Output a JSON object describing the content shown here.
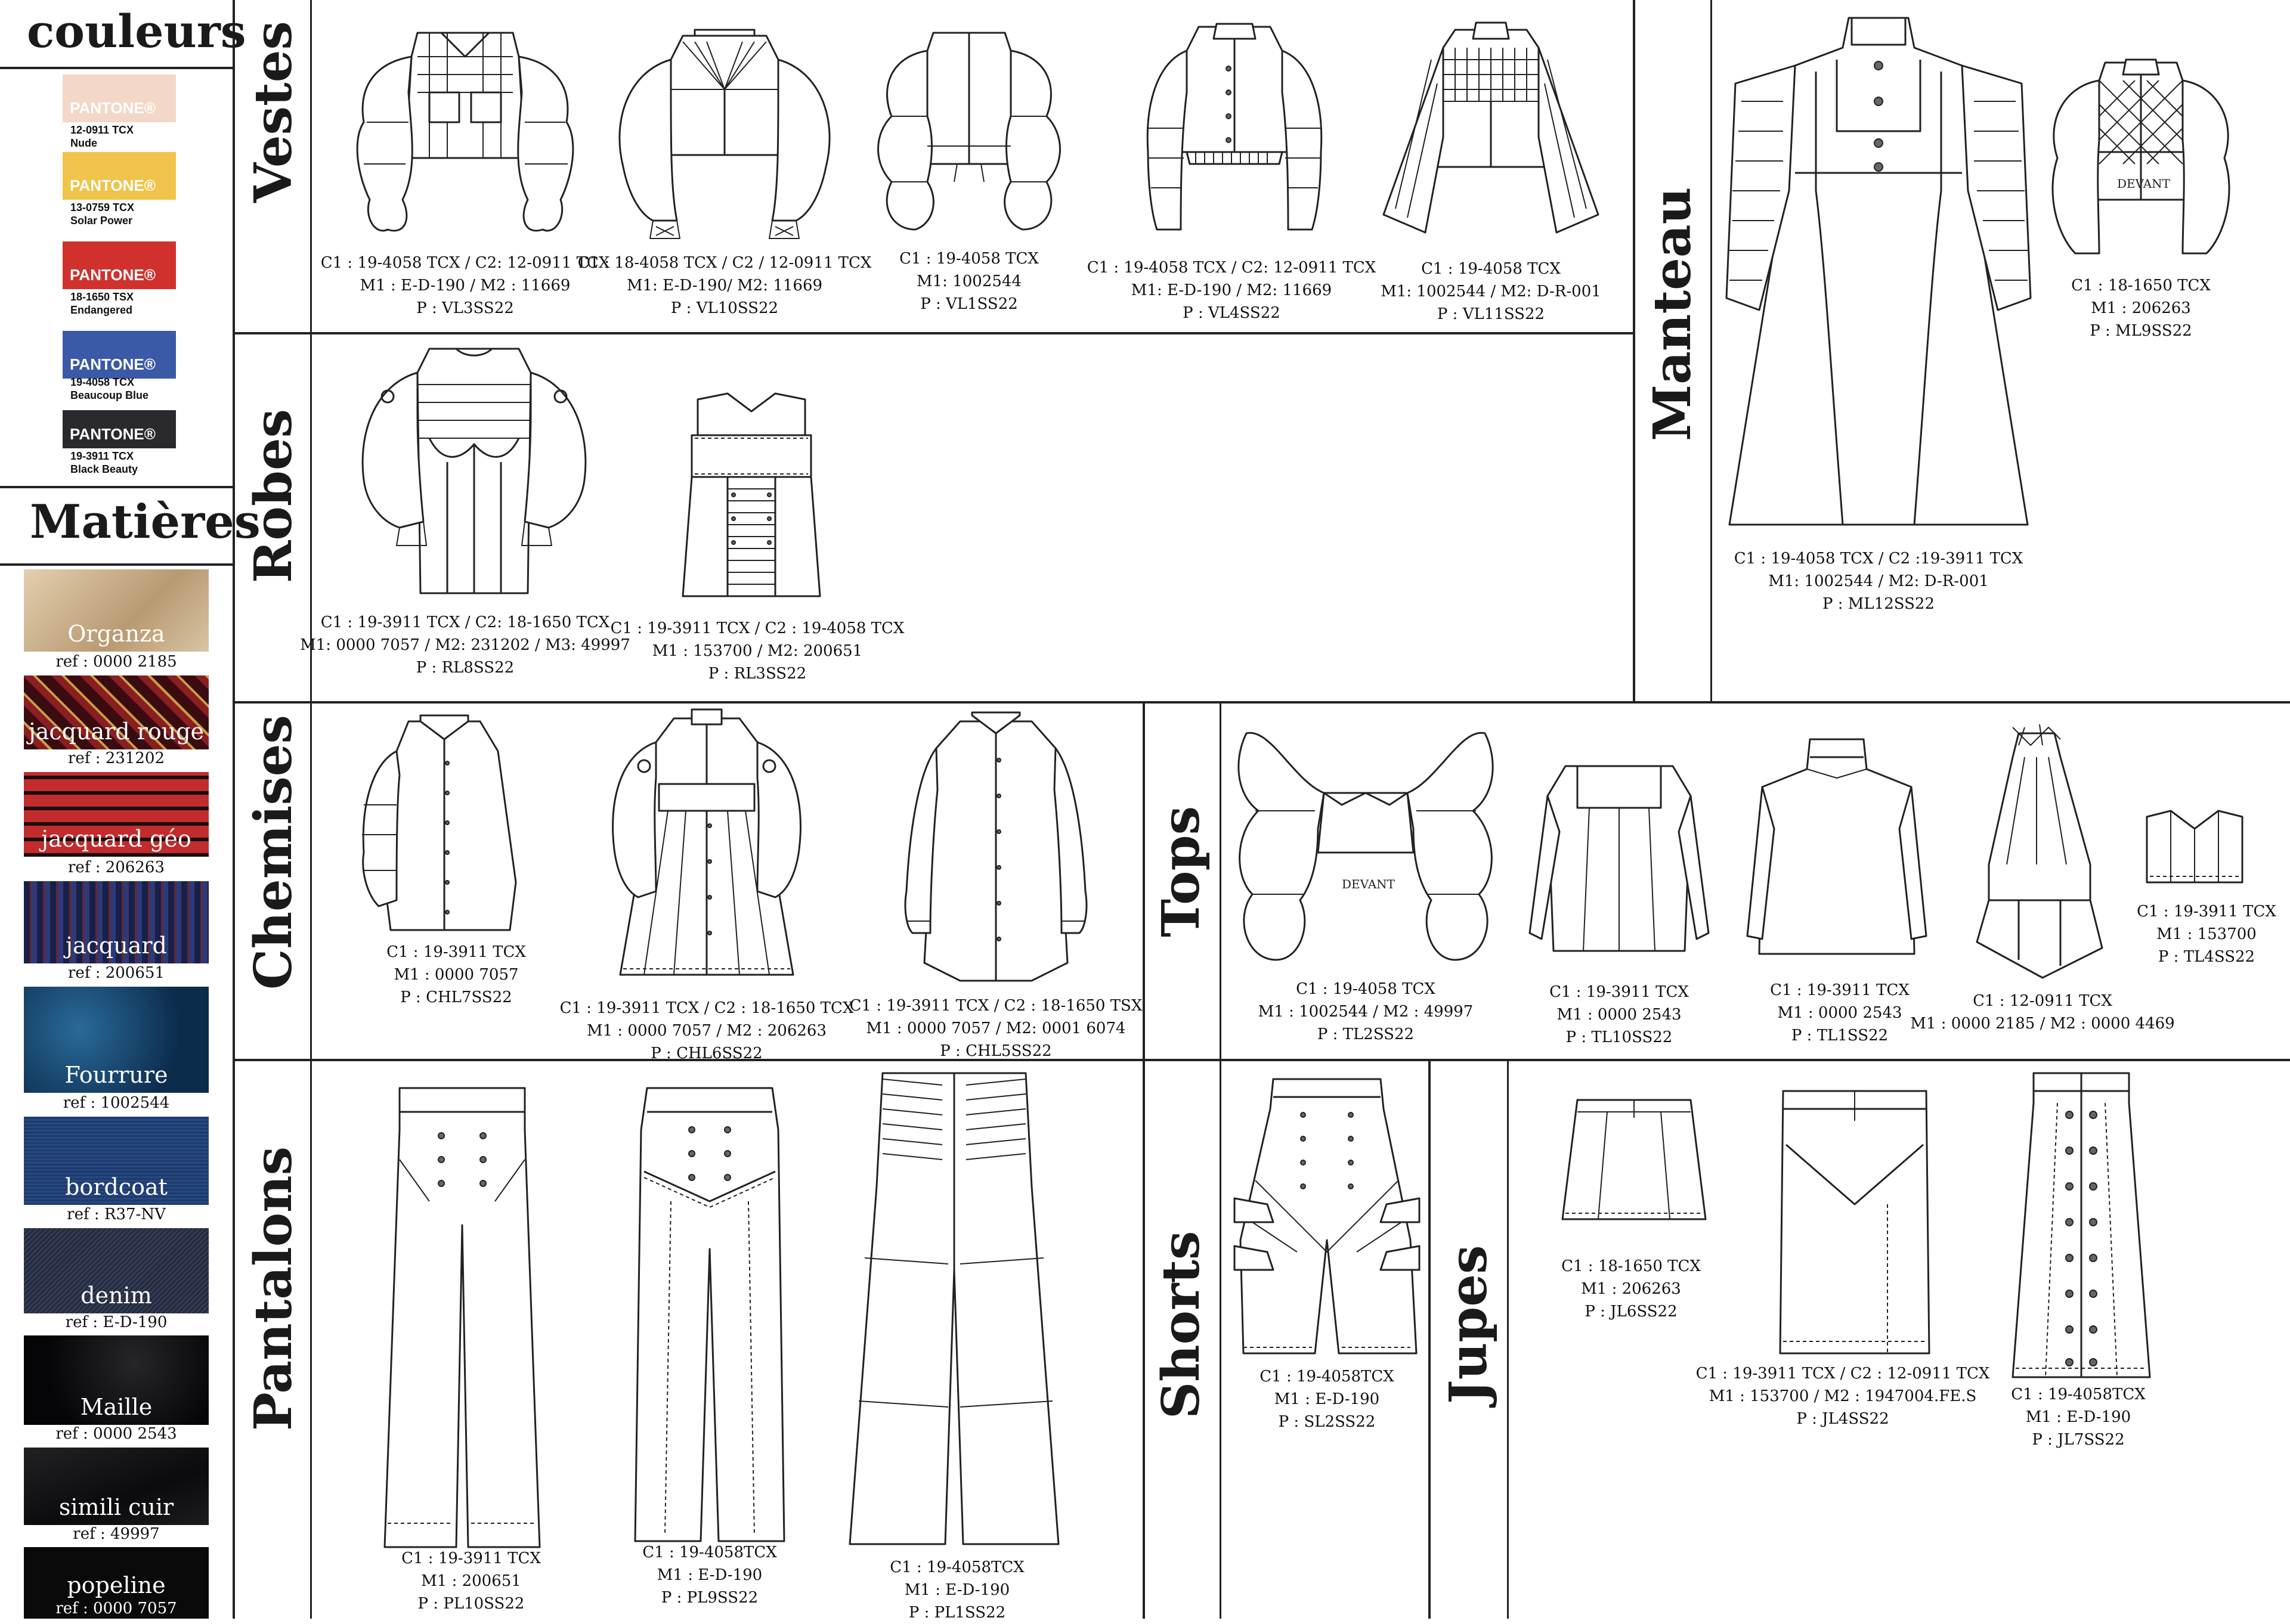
{
  "sidebar": {
    "colors_title": "couleurs",
    "colors": [
      {
        "brand": "PANTONE®",
        "code": "12-0911 TCX",
        "name": "Nude",
        "hex": "#f3d8c8"
      },
      {
        "brand": "PANTONE®",
        "code": "13-0759 TCX",
        "name": "Solar Power",
        "hex": "#f0c44a"
      },
      {
        "brand": "PANTONE®",
        "code": "18-1650 TSX",
        "name": "Endangered",
        "hex": "#d0312d"
      },
      {
        "brand": "PANTONE®",
        "code": "19-4058 TCX",
        "name": "Beaucoup Blue",
        "hex": "#3a5aa8"
      },
      {
        "brand": "PANTONE®",
        "code": "19-3911 TCX",
        "name": "Black Beauty",
        "hex": "#2a2a2e"
      }
    ],
    "materials_title": "Matières",
    "materials": [
      {
        "name": "Organza",
        "ref": "ref : 0000 2185",
        "color": "#cbb593"
      },
      {
        "name": "jacquard rouge",
        "ref": "ref : 231202",
        "color": "#6a1a1e"
      },
      {
        "name": "jacquard géo",
        "ref": "ref : 206263",
        "color": "#b5262a"
      },
      {
        "name": "jacquard",
        "ref": "ref : 200651",
        "color": "#1f2a55"
      },
      {
        "name": "Fourrure",
        "ref": "ref : 1002544",
        "color": "#123a60"
      },
      {
        "name": "bordcoat",
        "ref": "ref : R37-NV",
        "color": "#203f72"
      },
      {
        "name": "denim",
        "ref": "ref : E-D-190",
        "color": "#272f44"
      },
      {
        "name": "Maille",
        "ref": "ref : 0000 2543",
        "color": "#0c0c0e"
      },
      {
        "name": "simili cuir",
        "ref": "ref : 49997",
        "color": "#151517"
      },
      {
        "name": "popeline",
        "ref": "ref : 0000 7057",
        "color": "#0a0a0a"
      }
    ]
  },
  "sections": {
    "vestes": "Vestes",
    "robes": "Robes",
    "manteau": "Manteau",
    "chemises": "Chemises",
    "tops": "Tops",
    "pantalons": "Pantalons",
    "shorts": "Shorts",
    "jupes": "Jupes"
  },
  "garments": {
    "vestes": [
      {
        "c": "C1 : 19-4058 TCX / C2: 12-0911 TCX",
        "m": "M1 : E-D-190 / M2 : 11669",
        "p": "P : VL3SS22"
      },
      {
        "c": "C1 : 18-4058 TCX / C2 / 12-0911 TCX",
        "m": "M1: E-D-190/ M2: 11669",
        "p": "P : VL10SS22"
      },
      {
        "c": "C1 : 19-4058 TCX",
        "m": "M1: 1002544",
        "p": "P : VL1SS22"
      },
      {
        "c": "C1 : 19-4058 TCX / C2: 12-0911 TCX",
        "m": "M1: E-D-190 / M2: 11669",
        "p": "P : VL4SS22"
      },
      {
        "c": "C1 : 19-4058 TCX",
        "m": "M1: 1002544 / M2: D-R-001",
        "p": "P : VL11SS22"
      }
    ],
    "robes": [
      {
        "c": "C1 : 19-3911 TCX  / C2: 18-1650 TCX",
        "m": "M1: 0000 7057 / M2: 231202 / M3: 49997",
        "p": "P : RL8SS22"
      },
      {
        "c": "C1 : 19-3911 TCX / C2 : 19-4058 TCX",
        "m": "M1 : 153700 / M2: 200651",
        "p": "P : RL3SS22"
      }
    ],
    "manteau": [
      {
        "c": "C1 : 19-4058 TCX / C2 :19-3911 TCX",
        "m": "M1: 1002544 / M2: D-R-001",
        "p": "P : ML12SS22"
      },
      {
        "c": "C1 : 18-1650 TCX",
        "m": "M1 : 206263",
        "p": "P : ML9SS22",
        "note": "DEVANT"
      }
    ],
    "chemises": [
      {
        "c": "C1 : 19-3911 TCX",
        "m": "M1 : 0000 7057",
        "p": "P : CHL7SS22"
      },
      {
        "c": "C1 : 19-3911 TCX / C2 : 18-1650 TCX",
        "m": "M1 : 0000 7057 / M2 : 206263",
        "p": "P : CHL6SS22"
      },
      {
        "c": "C1 : 19-3911 TCX / C2 : 18-1650 TSX",
        "m": "M1 : 0000 7057 / M2: 0001 6074",
        "p": "P : CHL5SS22"
      }
    ],
    "tops": [
      {
        "c": "C1 : 19-4058 TCX",
        "m": "M1 : 1002544 / M2 : 49997",
        "p": "P : TL2SS22",
        "note": "DEVANT"
      },
      {
        "c": "C1 : 19-3911 TCX",
        "m": "M1 : 0000 2543",
        "p": "P : TL10SS22"
      },
      {
        "c": "C1 : 19-3911 TCX",
        "m": "M1 : 0000 2543",
        "p": "P : TL1SS22"
      },
      {
        "c": "C1 : 12-0911 TCX",
        "m": "M1 : 0000 2185 / M2 : 0000 4469",
        "p": ""
      },
      {
        "c": "C1 : 19-3911 TCX",
        "m": "M1 : 153700",
        "p": "P : TL4SS22"
      }
    ],
    "pantalons": [
      {
        "c": "C1 : 19-3911 TCX",
        "m": "M1 : 200651",
        "p": "P : PL10SS22"
      },
      {
        "c": "C1 : 19-4058TCX",
        "m": "M1 : E-D-190",
        "p": "P : PL9SS22"
      },
      {
        "c": "C1 : 19-4058TCX",
        "m": "M1 : E-D-190",
        "p": "P : PL1SS22"
      }
    ],
    "shorts": [
      {
        "c": "C1 : 19-4058TCX",
        "m": "M1 : E-D-190",
        "p": "P : SL2SS22"
      }
    ],
    "jupes": [
      {
        "c": "C1 : 18-1650 TCX",
        "m": "M1 : 206263",
        "p": "P : JL6SS22"
      },
      {
        "c": "C1 : 19-3911 TCX / C2 : 12-0911 TCX",
        "m": "M1 : 153700 / M2 : 1947004.FE.S",
        "p": "P : JL4SS22"
      },
      {
        "c": "C1 : 19-4058TCX",
        "m": "M1 : E-D-190",
        "p": "P : JL7SS22"
      }
    ]
  }
}
